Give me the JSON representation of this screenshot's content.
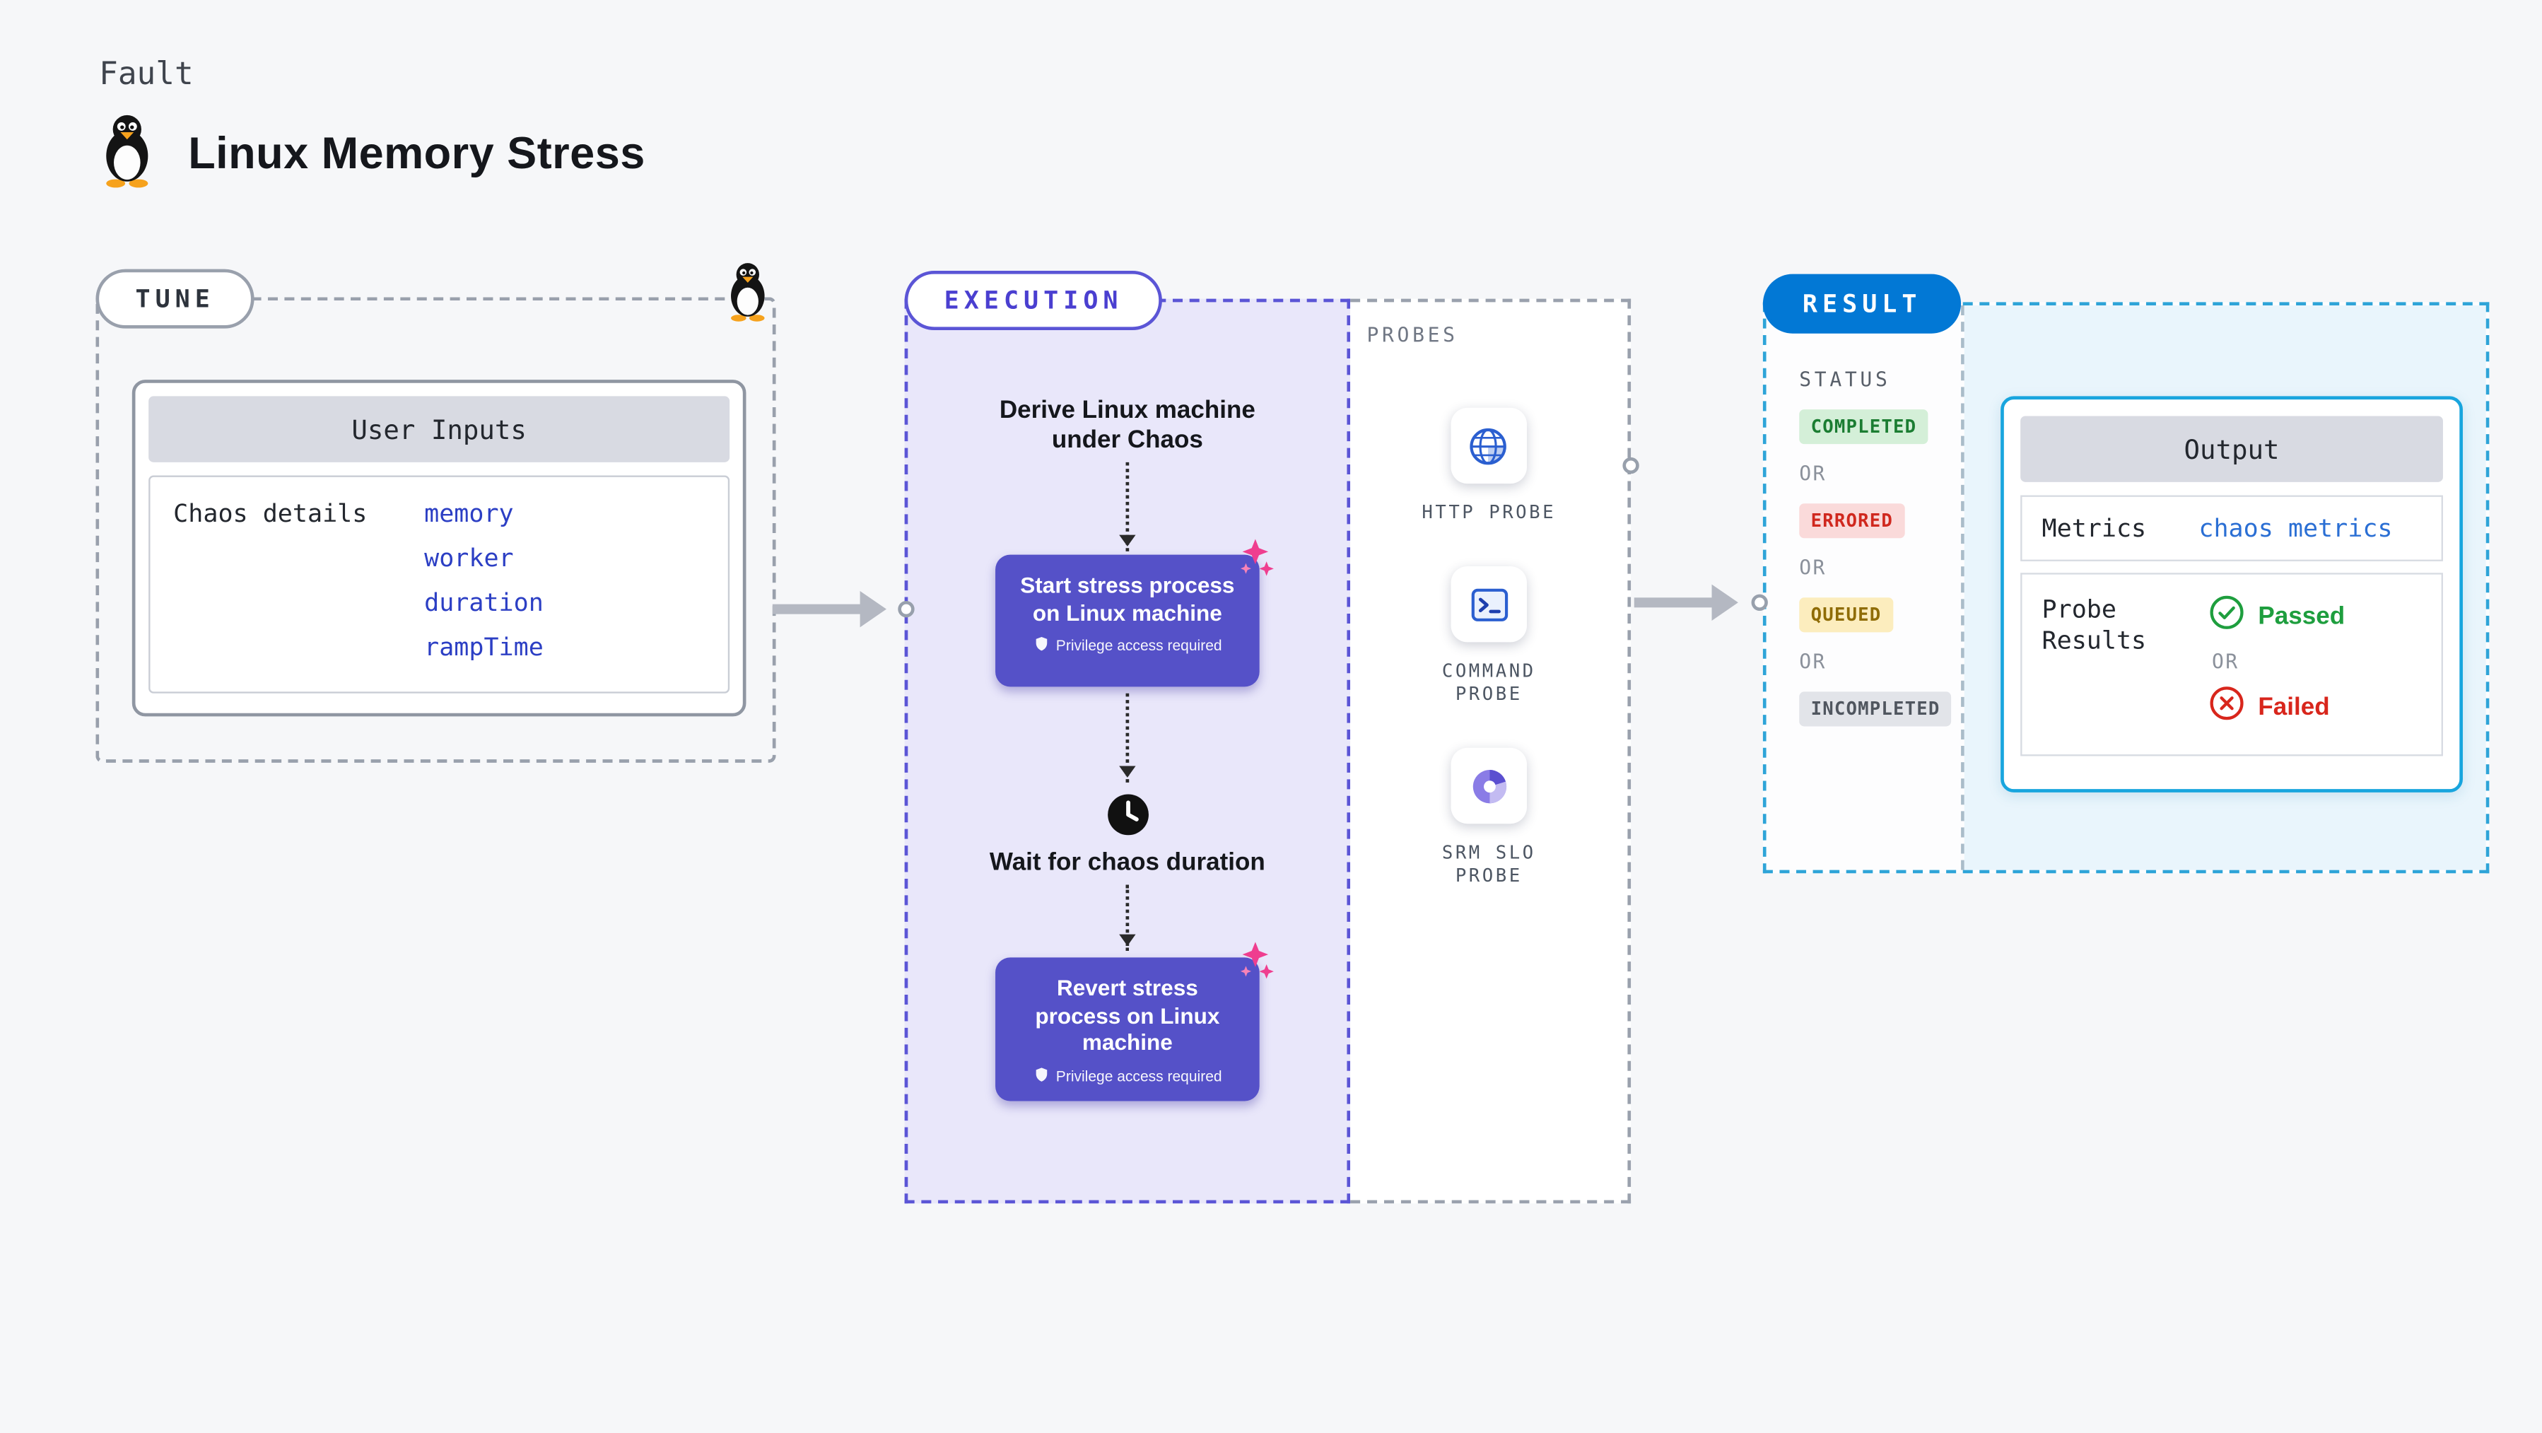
{
  "page": {
    "kind_label": "Fault",
    "title": "Linux Memory Stress",
    "icon": "tux-penguin"
  },
  "tune": {
    "label": "TUNE",
    "icon": "tux-penguin",
    "user_inputs": {
      "header": "User Inputs",
      "row_label": "Chaos details",
      "params": [
        "memory",
        "worker",
        "duration",
        "rampTime"
      ]
    }
  },
  "execution": {
    "label": "EXECUTION",
    "derive_text": "Derive Linux machine under Chaos",
    "start_action": {
      "text": "Start stress process on Linux machine",
      "badge": "Privilege access required",
      "icon": "chaos-starburst"
    },
    "wait_text": "Wait for chaos duration",
    "revert_action": {
      "text": "Revert stress process on Linux machine",
      "badge": "Privilege access required",
      "icon": "chaos-starburst"
    }
  },
  "probes": {
    "label": "PROBES",
    "items": [
      {
        "name": "HTTP PROBE",
        "icon": "globe-icon"
      },
      {
        "name": "COMMAND PROBE",
        "icon": "terminal-icon"
      },
      {
        "name": "SRM SLO PROBE",
        "icon": "slo-gauge-icon"
      }
    ]
  },
  "result": {
    "label": "RESULT",
    "status": {
      "header": "STATUS",
      "separator": "OR",
      "badges": [
        {
          "label": "COMPLETED",
          "tone": "green"
        },
        {
          "label": "ERRORED",
          "tone": "red"
        },
        {
          "label": "QUEUED",
          "tone": "yellow"
        },
        {
          "label": "INCOMPLETED",
          "tone": "gray"
        }
      ]
    },
    "output": {
      "header": "Output",
      "metrics_label": "Metrics",
      "metrics_value": "chaos metrics",
      "probe_results_label": "Probe Results",
      "passed_label": "Passed",
      "failed_label": "Failed",
      "separator": "OR"
    }
  },
  "colors": {
    "accent_purple": "#5551c8",
    "execution_border": "#5b55d6",
    "result_blue": "#0278d5",
    "output_border": "#18a5de",
    "link_blue": "#2c3fc4",
    "pink_chaos": "#ef3e8f",
    "status_completed_bg": "#d4efd8",
    "status_completed_fg": "#1b7d32",
    "status_errored_bg": "#fadada",
    "status_errored_fg": "#d0281e",
    "status_queued_bg": "#fcedbe",
    "status_queued_fg": "#8f6c06",
    "status_incompleted_bg": "#e2e4e9",
    "status_incompleted_fg": "#50565f",
    "passed_green": "#1e9e3e",
    "failed_red": "#d8261c"
  }
}
